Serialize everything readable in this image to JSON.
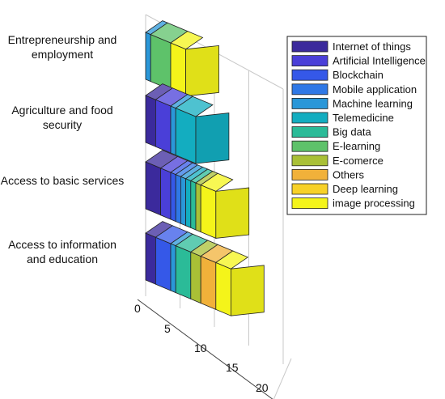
{
  "chart_data": {
    "type": "bar",
    "orientation": "horizontal-3d-stacked",
    "categories": [
      "Entrepreneurship and employment",
      "Agriculture and food security",
      "Access to basic services",
      "Access to information and education"
    ],
    "category_lines": [
      [
        "Entrepreneurship and",
        "employment"
      ],
      [
        "Agriculture and food",
        "security"
      ],
      [
        "Access to basic services"
      ],
      [
        "Access to information",
        "and education"
      ]
    ],
    "series": [
      {
        "name": "Internet of things",
        "color": "#3b2a9c",
        "values": [
          0,
          2,
          3,
          2
        ]
      },
      {
        "name": "Artificial Intelligence",
        "color": "#4a3fd8",
        "values": [
          0,
          3,
          2,
          0
        ]
      },
      {
        "name": "Blockchain",
        "color": "#3558e8",
        "values": [
          0,
          0,
          1,
          3
        ]
      },
      {
        "name": "Mobile application",
        "color": "#2f78e6",
        "values": [
          0,
          0,
          1,
          0
        ]
      },
      {
        "name": "Machine learning",
        "color": "#2a97d8",
        "values": [
          1,
          1,
          1,
          1
        ]
      },
      {
        "name": "Telemedicine",
        "color": "#13adc0",
        "values": [
          0,
          4,
          1,
          0
        ]
      },
      {
        "name": "Big data",
        "color": "#2bbb98",
        "values": [
          0,
          0,
          1,
          3
        ]
      },
      {
        "name": "E-learning",
        "color": "#5ec26a",
        "values": [
          4,
          0,
          0,
          0
        ]
      },
      {
        "name": "E-comerce",
        "color": "#a9c036",
        "values": [
          0,
          0,
          1,
          2
        ]
      },
      {
        "name": "Others",
        "color": "#f1b13a",
        "values": [
          0,
          0,
          0,
          3
        ]
      },
      {
        "name": "Deep learning",
        "color": "#f7d128",
        "values": [
          0,
          0,
          0,
          0
        ]
      },
      {
        "name": "image processing",
        "color": "#f4f41a",
        "values": [
          3,
          0,
          3,
          3
        ]
      }
    ],
    "axis": {
      "ticks": [
        0,
        5,
        10,
        15,
        20
      ],
      "tick_labels": [
        "0",
        "5",
        "10",
        "15",
        "20"
      ],
      "range": [
        0,
        20
      ]
    },
    "grid": true,
    "legend_position": "right"
  }
}
